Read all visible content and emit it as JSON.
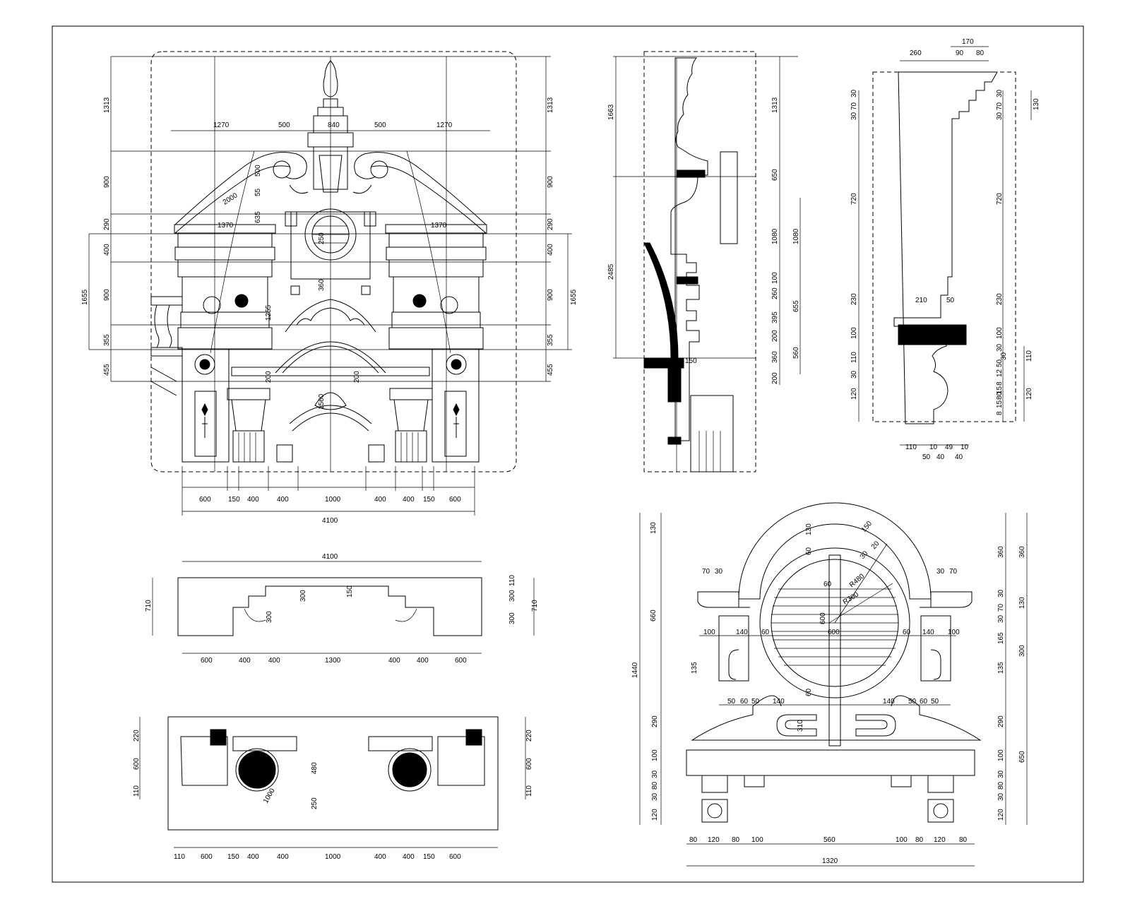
{
  "drawing": {
    "front_elevation": {
      "top_labels": [
        "1270",
        "500",
        "840",
        "500",
        "1270"
      ],
      "left_labels": [
        "1313",
        "900",
        "290",
        "400",
        "900",
        "355",
        "455"
      ],
      "left_total": "1655",
      "right_labels": [
        "1313",
        "900",
        "290",
        "400",
        "900",
        "355",
        "455"
      ],
      "right_total": "1655",
      "inner_labels": [
        "1370",
        "1370",
        "1255",
        "200",
        "635",
        "500",
        "250",
        "2000",
        "200",
        "360",
        "1560",
        "55"
      ],
      "bottom_labels": [
        "600",
        "150",
        "400",
        "400",
        "1000",
        "400",
        "400",
        "150",
        "600"
      ],
      "bottom_total": "4100"
    },
    "plan_upper": {
      "top_total": "4100",
      "bottom_labels": [
        "600",
        "400",
        "400",
        "1300",
        "400",
        "400",
        "600"
      ],
      "left_total": "710",
      "right_labels": [
        "110",
        "300",
        "300"
      ],
      "right_total": "710",
      "inner_labels": [
        "150",
        "300",
        "300"
      ]
    },
    "plan_lower": {
      "bottom_labels": [
        "110",
        "600",
        "150",
        "400",
        "400",
        "1000",
        "400",
        "400",
        "150",
        "600"
      ],
      "left_labels": [
        "220",
        "600",
        "110"
      ],
      "right_labels": [
        "220",
        "600",
        "110"
      ],
      "inner_labels": [
        "480",
        "250",
        "1000"
      ]
    },
    "side_section": {
      "left_labels": [
        "1663",
        "2485"
      ],
      "right_labels": [
        "1313",
        "650",
        "1080",
        "100",
        "260",
        "395",
        "200",
        "360",
        "200"
      ],
      "right_outer_labels": [
        "1080",
        "655",
        "560"
      ],
      "inner_labels": [
        "150"
      ]
    },
    "cornice_detail": {
      "top_labels": [
        "170",
        "260",
        "90",
        "80"
      ],
      "left_labels": [
        "30",
        "70",
        "30",
        "720",
        "230",
        "100",
        "110",
        "30",
        "120"
      ],
      "right_labels": [
        "30",
        "70",
        "30",
        "720",
        "230",
        "100",
        "30",
        "50",
        "12",
        "8",
        "15",
        "80",
        "15",
        "8"
      ],
      "right_outer_labels": [
        "130",
        "30",
        "110",
        "120"
      ],
      "inner_labels": [
        "210",
        "50"
      ],
      "bottom_labels": [
        "110",
        "10",
        "49",
        "10"
      ],
      "bottom_labels_2": [
        "50",
        "40",
        "40"
      ]
    },
    "pediment_detail": {
      "left_outer": [
        "130",
        "660",
        "1440"
      ],
      "left_inner": [
        "130",
        "60",
        "600",
        "60",
        "310",
        "135",
        "70",
        "30",
        "30",
        "70"
      ],
      "right_labels": [
        "360",
        "30",
        "70",
        "30",
        "165",
        "135",
        "290",
        "100",
        "30",
        "80",
        "30",
        "120"
      ],
      "right_outer_labels": [
        "360",
        "130",
        "300",
        "650"
      ],
      "left_labels_2": [
        "290",
        "100",
        "30",
        "80",
        "30",
        "120"
      ],
      "top_inner": [
        "70",
        "30",
        "30",
        "70",
        "60"
      ],
      "row1": [
        "100",
        "140",
        "60",
        "600",
        "60",
        "140",
        "100"
      ],
      "row2": [
        "50",
        "60",
        "50",
        "140",
        "140",
        "50",
        "60",
        "50"
      ],
      "radii": [
        "R480",
        "R300",
        "150",
        "20",
        "30"
      ],
      "bottom_labels": [
        "80",
        "120",
        "80",
        "100",
        "560",
        "100",
        "80",
        "120",
        "80"
      ],
      "bottom_total": "1320"
    }
  }
}
